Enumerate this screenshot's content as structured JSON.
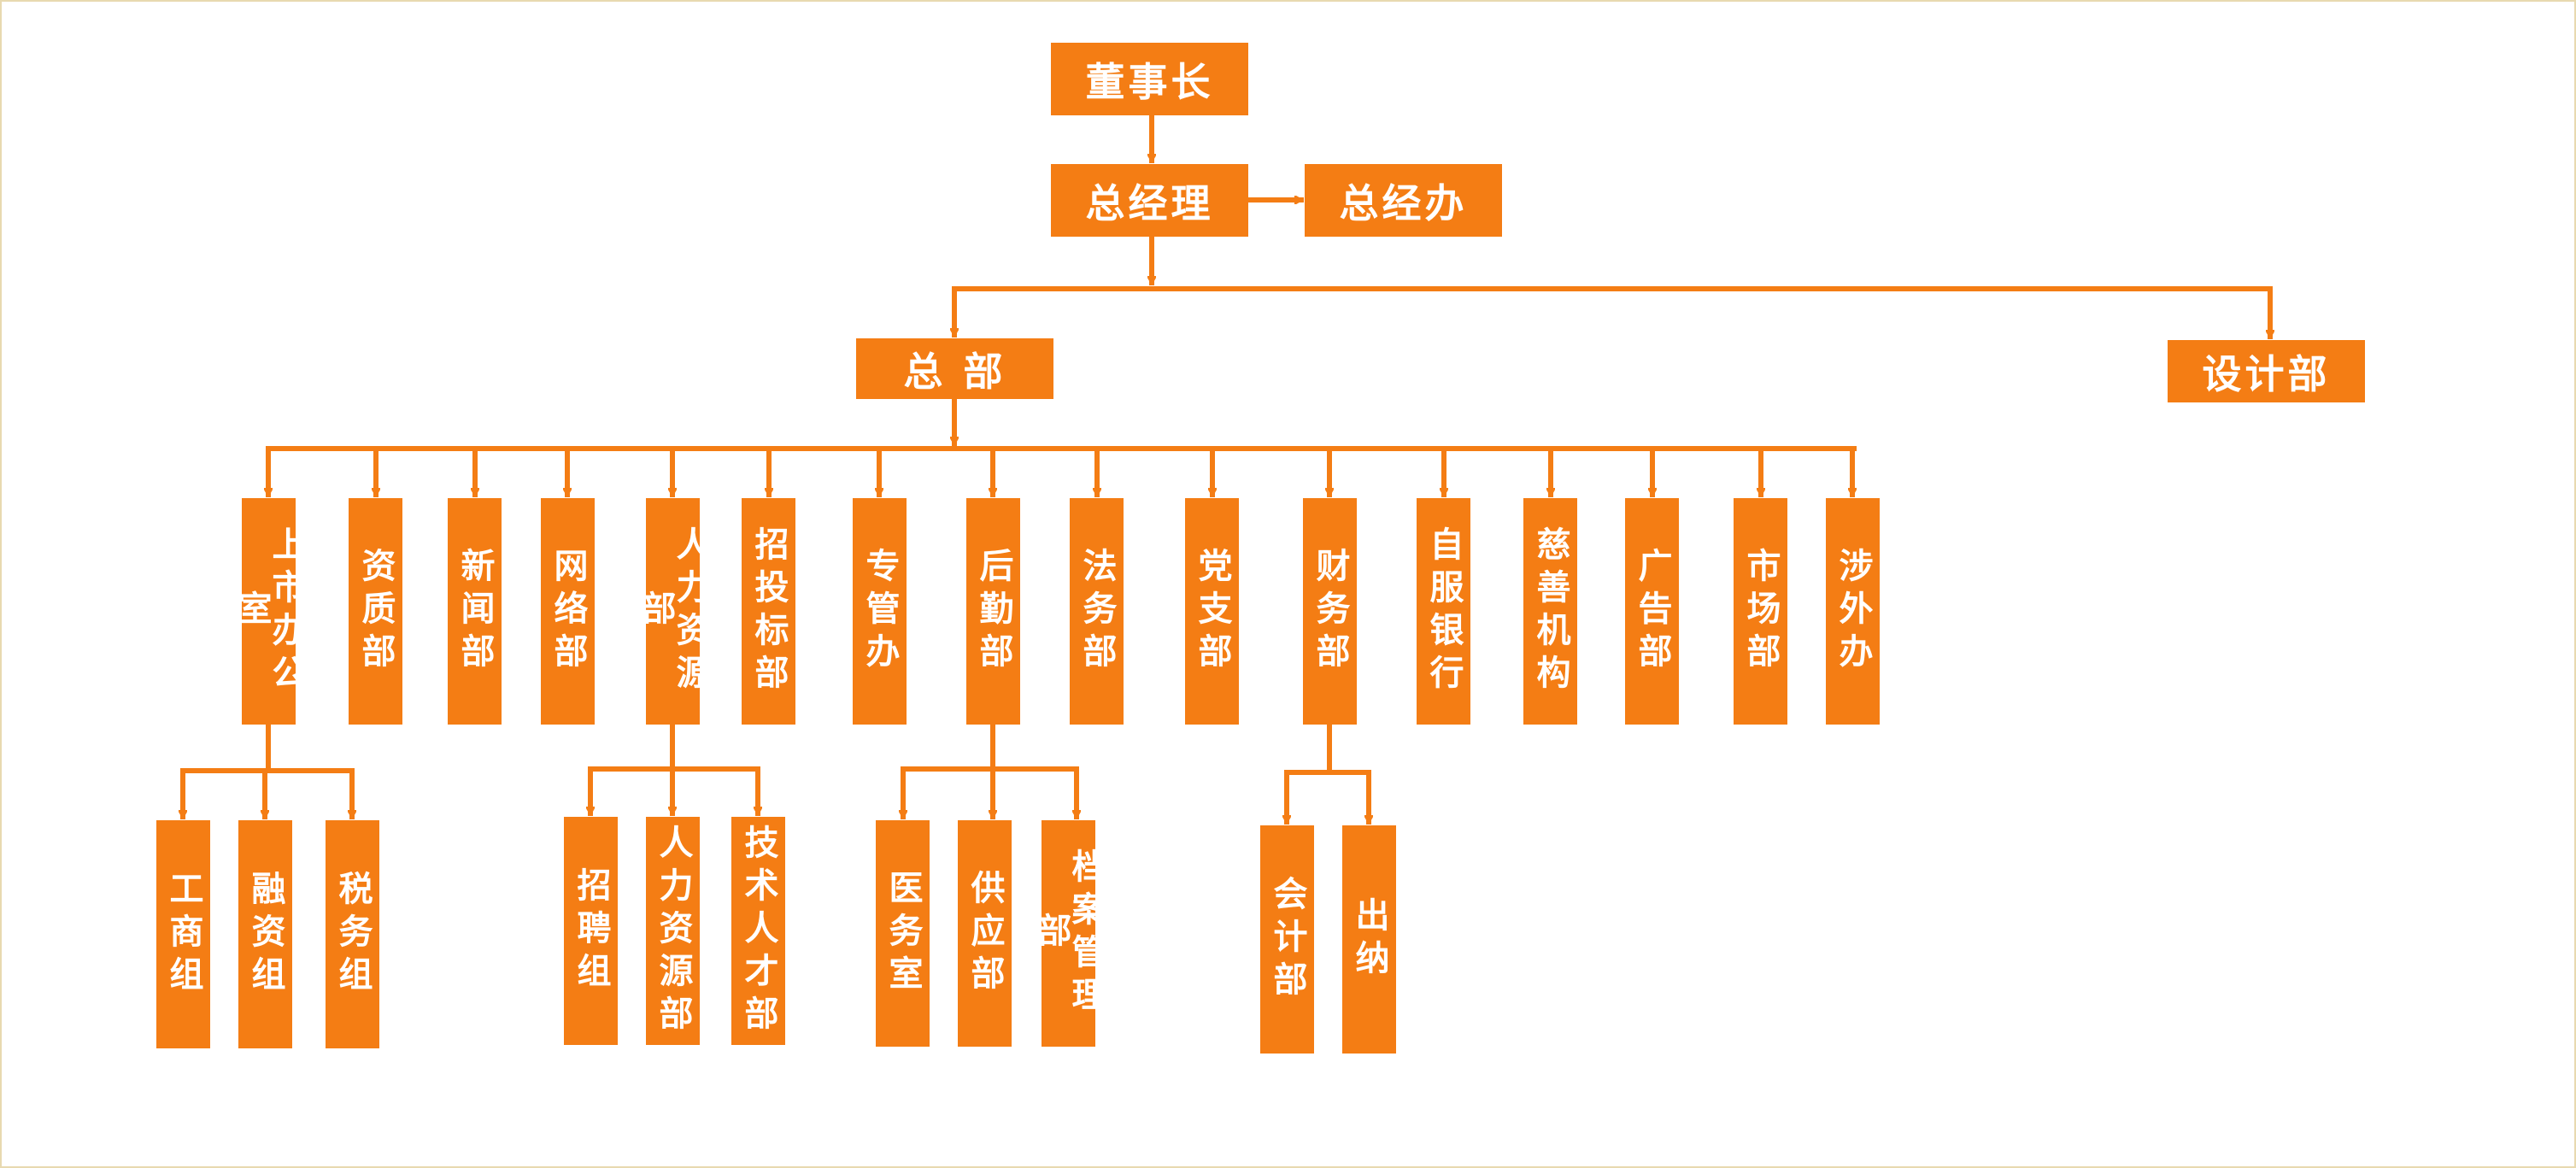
{
  "colors": {
    "box": "#f47d14",
    "line": "#f47d14",
    "text": "#ffffff",
    "frame": "#e8d9b0"
  },
  "chart": {
    "chairman": "董事长",
    "general_manager": "总经理",
    "gm_office": "总经办",
    "headquarters": "总 部",
    "design_dept": "设计部",
    "departments": {
      "listing_office": "上市办公室",
      "qualification": "资质部",
      "news": "新闻部",
      "network": "网络部",
      "hr": "人力资源部",
      "bidding": "招投标部",
      "special_mgmt": "专管办",
      "logistics": "后勤部",
      "legal": "法务部",
      "party_branch": "党支部",
      "finance": "财务部",
      "self_bank": "自服银行",
      "charity": "慈善机构",
      "advertising": "广告部",
      "market": "市场部",
      "foreign_affairs": "涉外办"
    },
    "listing_teams": {
      "business_registration": "工商组",
      "financing": "融资组",
      "tax": "税务组"
    },
    "hr_units": {
      "recruitment": "招聘组",
      "hr_resources": "人力资源部",
      "technical_talent": "技术人才部"
    },
    "logistics_units": {
      "medical": "医务室",
      "supply": "供应部",
      "archives": "档案管理部"
    },
    "finance_units": {
      "accounting": "会计部",
      "cashier": "出纳"
    }
  }
}
